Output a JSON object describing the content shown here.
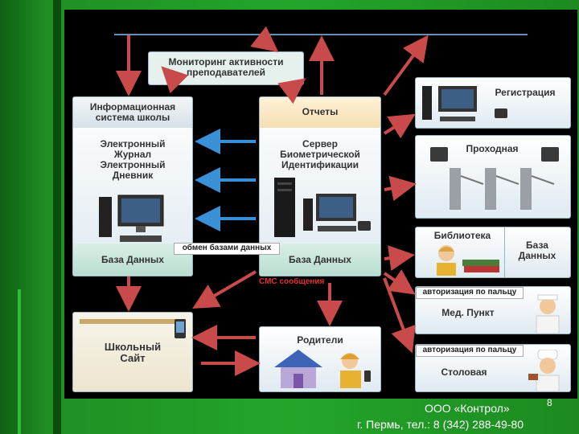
{
  "diagram": {
    "monitoring": "Мониторинг активности преподавателей",
    "info_system": "Информационная система школы",
    "ejournal": "Электронный Журнал Электронный Дневник",
    "db_left": "База Данных",
    "reports": "Отчеты",
    "server": "Сервер Биометрической Идентификации",
    "db_center": "База Данных",
    "db_exchange": "обмен базами данных",
    "sms": "СМС сообщения",
    "registration": "Регистрация",
    "checkpoint": "Проходная",
    "library": "Библиотека",
    "db_library": "База Данных",
    "auth_finger_1": "авторизация по пальцу",
    "med": "Мед. Пункт",
    "auth_finger_2": "авторизация по пальцу",
    "canteen": "Столовая",
    "school_site": "Школьный Сайт",
    "parents": "Родители"
  },
  "footer": {
    "company": "ООО «Контрол»",
    "page_number": "8",
    "address": "г. Пермь, тел.: 8 (342) 288-49-80"
  },
  "colors": {
    "arrow_red": "#c94a4a",
    "arrow_blue": "#3b8fd6",
    "sms_red": "#e0302f"
  }
}
